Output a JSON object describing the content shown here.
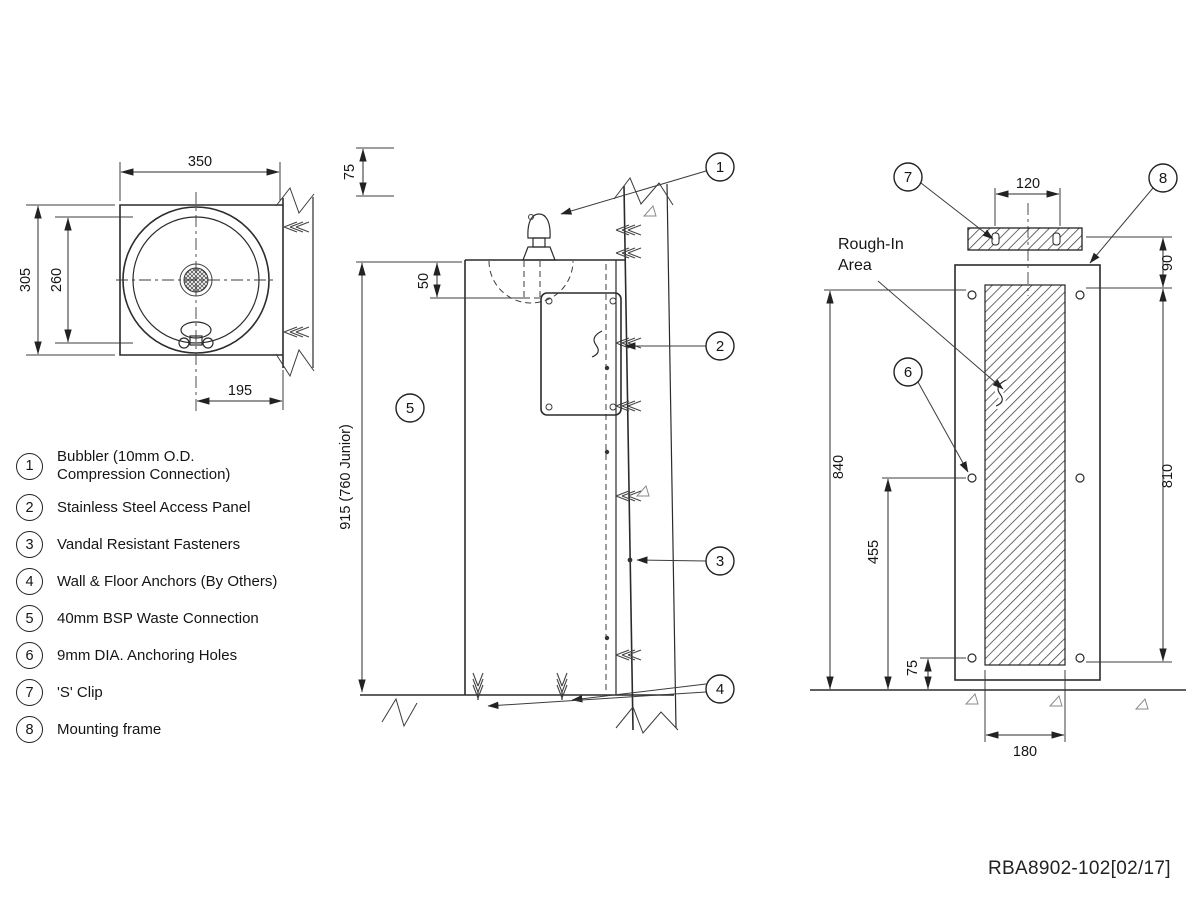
{
  "doc_number": "RBA8902-102[02/17]",
  "legend": [
    {
      "num": "1",
      "label": "Bubbler (10mm O.D.",
      "label2": "Compression Connection)"
    },
    {
      "num": "2",
      "label": "Stainless Steel Access Panel"
    },
    {
      "num": "3",
      "label": "Vandal Resistant Fasteners"
    },
    {
      "num": "4",
      "label": "Wall & Floor Anchors (By Others)"
    },
    {
      "num": "5",
      "label": "40mm BSP Waste Connection"
    },
    {
      "num": "6",
      "label": "9mm DIA. Anchoring Holes"
    },
    {
      "num": "7",
      "label": "'S' Clip"
    },
    {
      "num": "8",
      "label": "Mounting frame"
    }
  ],
  "plan": {
    "dim_width": "350",
    "dim_depth": "305",
    "dim_basin": "260",
    "dim_offset": "195"
  },
  "side": {
    "dim_bubbler": "75",
    "dim_basin_depth": "50",
    "dim_height": "915 (760 Junior)"
  },
  "rear": {
    "dim_slots": "120",
    "dim_top": "90",
    "dim_overall": "840",
    "dim_holes": "810",
    "dim_mid": "455",
    "dim_bottom": "75",
    "dim_width": "180",
    "rough_in_1": "Rough-In",
    "rough_in_2": "Area"
  },
  "callouts": {
    "c1": "1",
    "c2": "2",
    "c3": "3",
    "c4": "4",
    "c5": "5",
    "c6": "6",
    "c7": "7",
    "c8": "8"
  }
}
